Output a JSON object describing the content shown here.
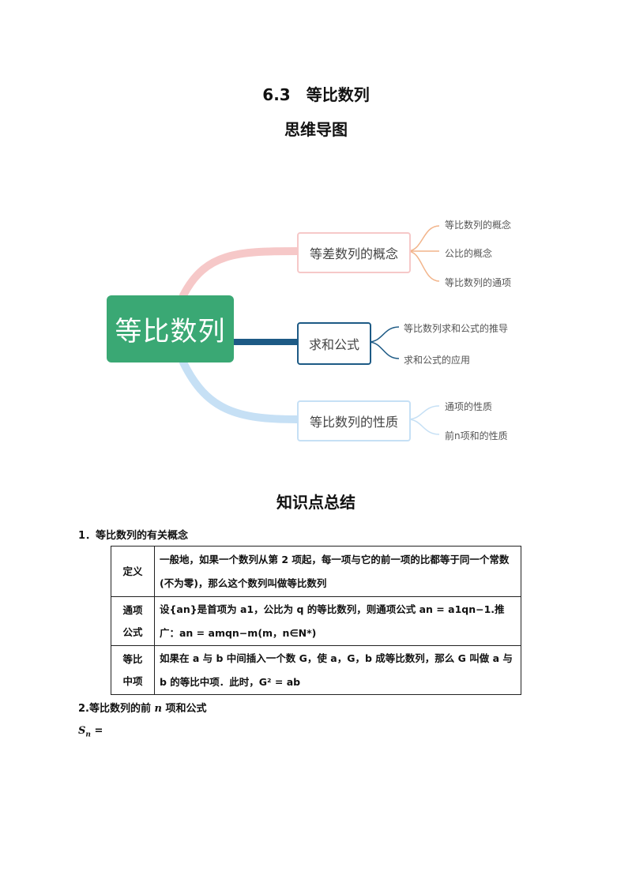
{
  "header": {
    "title": "6.3　等比数列",
    "mindmap_heading": "思维导图",
    "summary_heading": "知识点总结"
  },
  "mindmap": {
    "root": "等比数列",
    "branches": [
      {
        "label": "等差数列的概念",
        "leaves": [
          "等比数列的概念",
          "公比的概念",
          "等比数列的通项"
        ]
      },
      {
        "label": "求和公式",
        "leaves": [
          "等比数列求和公式的推导",
          "求和公式的应用"
        ]
      },
      {
        "label": "等比数列的性质",
        "leaves": [
          "通项的性质",
          "前n项和的性质"
        ]
      }
    ],
    "colors": {
      "root_bg": "#3aa874",
      "branch1": "#f6c8c8",
      "branch2": "#1d5a85",
      "branch3": "#c6e0f5",
      "leaf_line": "#f2b48a",
      "leaf_line2": "#1d5a85",
      "leaf_line3": "#c6e0f5"
    }
  },
  "sections": {
    "s1": "1．等比数列的有关概念",
    "s2_a": "2.等比数列的前 ",
    "s2_n": "n",
    "s2_b": " 项和公式",
    "sn": "S",
    "sn_sub": "n",
    "sn_eq": " ="
  },
  "table": {
    "row1": {
      "label": "定义",
      "text": "一般地，如果一个数列从第 2 项起，每一项与它的前一项的比都等于同一个常数(不为零)，那么这个数列叫做等比数列"
    },
    "row2": {
      "label_a": "通项",
      "label_b": "公式",
      "text": "设{an}是首项为 a1，公比为 q 的等比数列，则通项公式 an = a1qn−1.推广：an = amqn−m(m，n∈N*)"
    },
    "row3": {
      "label_a": "等比",
      "label_b": "中项",
      "text": "如果在 a 与 b 中间插入一个数 G，使 a，G，b 成等比数列，那么 G 叫做 a 与 b 的等比中项．此时，G² = ab"
    }
  }
}
